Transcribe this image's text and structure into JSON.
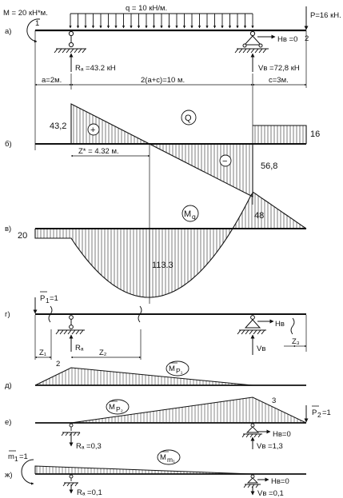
{
  "loads": {
    "moment": "M = 20 кН*м.",
    "distributed": "q = 10 кН/м.",
    "point": "P=16 кН."
  },
  "nodes": {
    "n1": "1",
    "n2": "2",
    "n3": "3"
  },
  "panels": {
    "a": "а)",
    "b": "б)",
    "v": "в)",
    "g": "г)",
    "d": "д)",
    "e": "е)",
    "zh": "ж)"
  },
  "reactions": {
    "ra": "Rₐ =43.2 кН",
    "vb": "Vв =72,8 кН",
    "hb": "Hв =0"
  },
  "dimensions": {
    "a": "a=2м.",
    "mid": "2(a+c)=10 м.",
    "c": "c=3м."
  },
  "shear": {
    "label": "Q",
    "v_left": "43,2",
    "v_right_end": "16",
    "v_support": "56,8",
    "z_star": "Z* = 4.32 м.",
    "plus": "+",
    "minus": "−"
  },
  "moment_diagram": {
    "label": "M",
    "label_sub": "q",
    "v_left": "20",
    "v_right": "48",
    "v_max": "113.3"
  },
  "unit_p1": {
    "p1": "P",
    "p1_sub": "1",
    "p1_val": "=1",
    "ra": "Rₐ",
    "vb": "Vв",
    "hb": "Hв",
    "z1": "Z₁",
    "z2": "Z₂",
    "z3": "Z₃"
  },
  "ep1": {
    "node": "2",
    "m": "M",
    "m_sub": "P₁"
  },
  "ep2": {
    "node": "3",
    "m": "M",
    "m_sub": "P₂",
    "p2": "P",
    "p2_sub": "2",
    "p2_val": "=1",
    "ra": "Rₐ =0,3",
    "vb": "Vв =1,3",
    "hb": "Hв=0"
  },
  "em1": {
    "m1": "m",
    "m1_sub": "1",
    "m1_val": "=1",
    "m": "M",
    "m_sub": "m₁",
    "ra": "Rₐ =0,1",
    "vb": "Vв =0,1",
    "hb": "Hв=0"
  }
}
